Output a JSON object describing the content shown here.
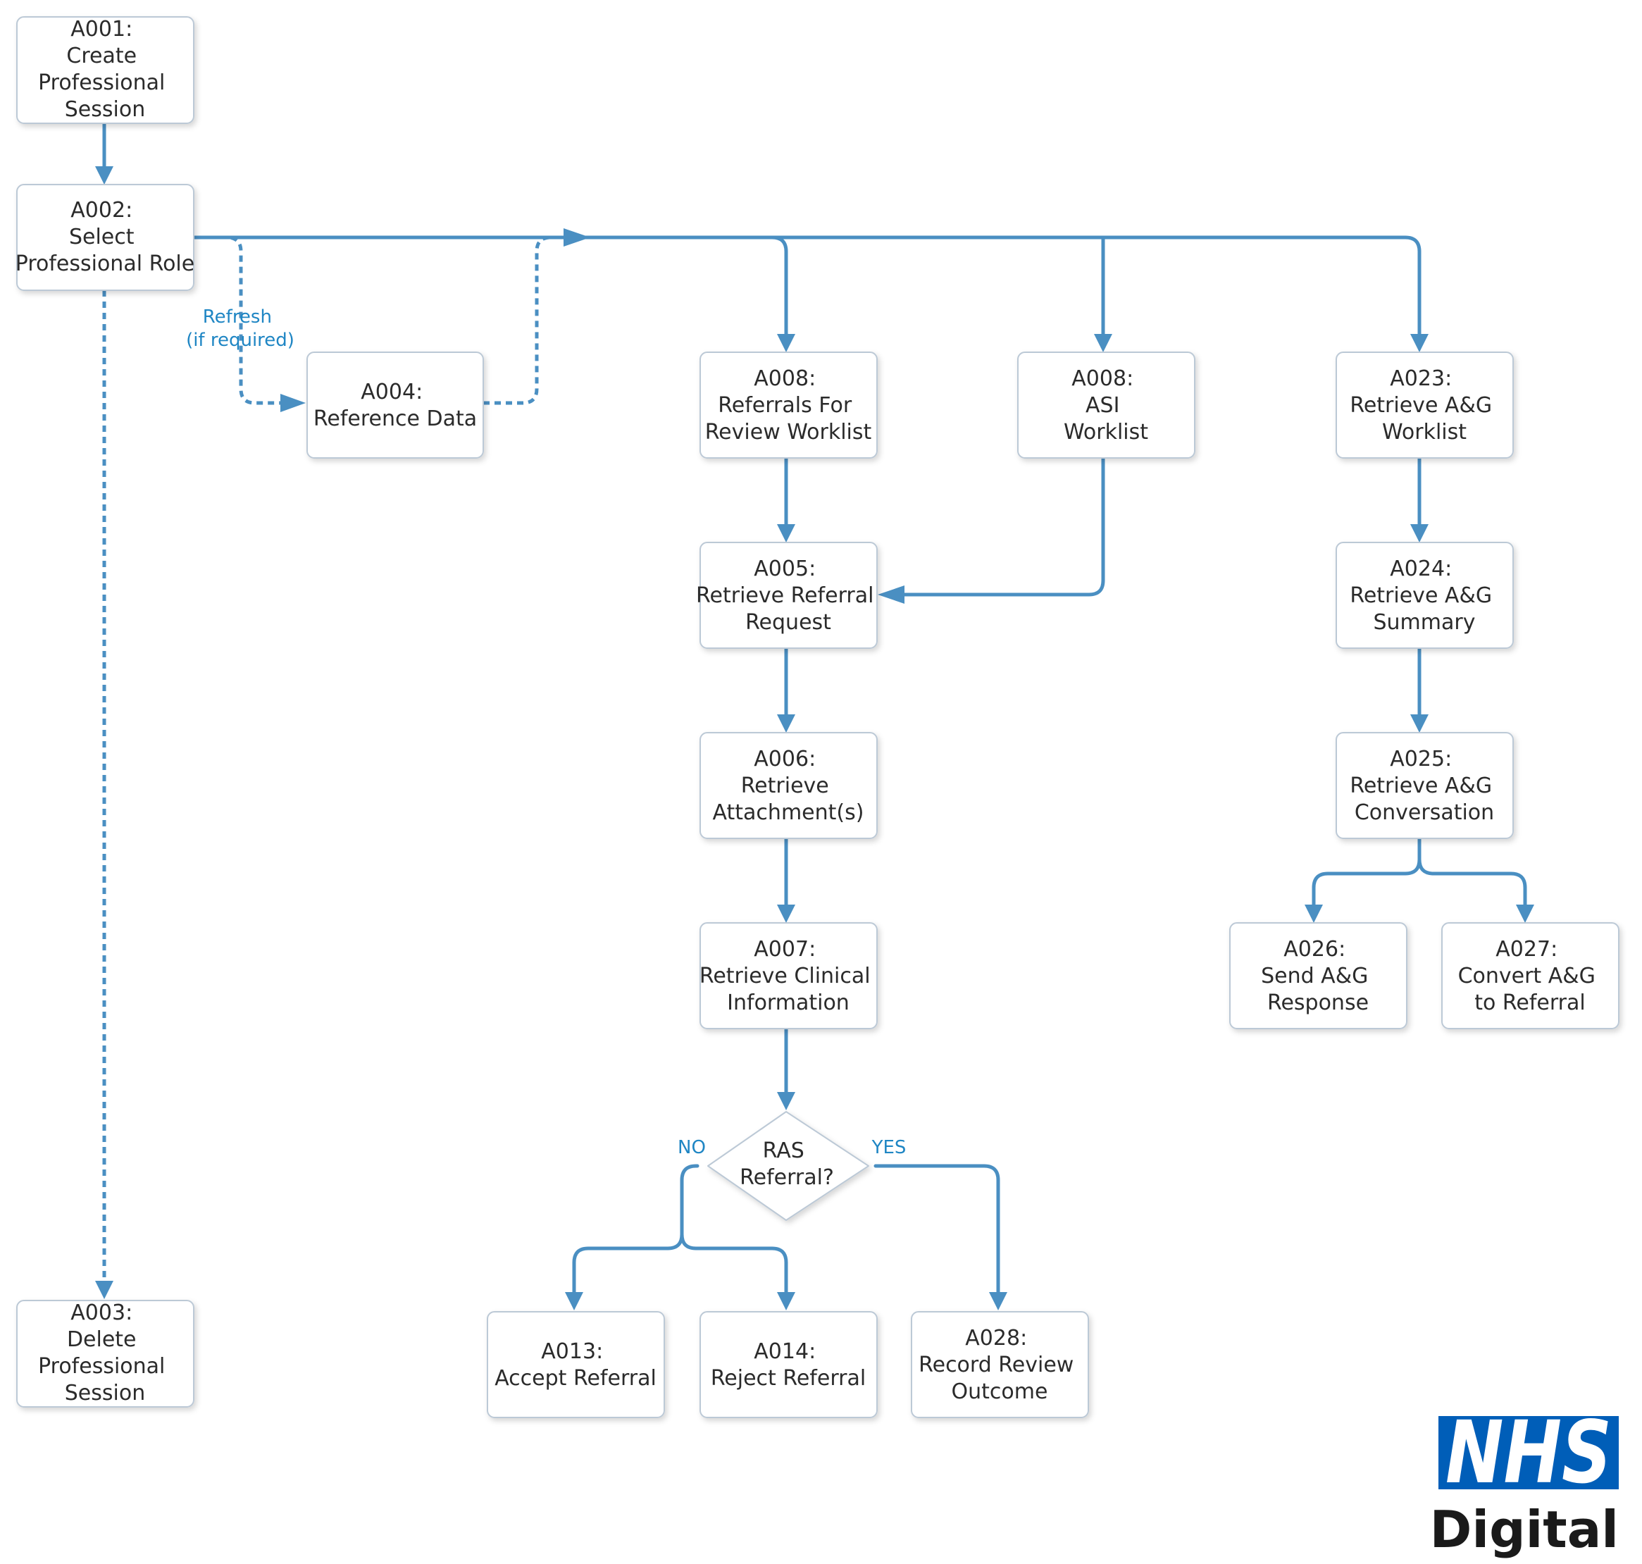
{
  "diagram": {
    "nodes": {
      "a001": [
        "A001:",
        "Create",
        "Professional",
        "Session"
      ],
      "a002": [
        "A002:",
        "Select",
        "Professional Role"
      ],
      "a003": [
        "A003:",
        "Delete",
        "Professional",
        "Session"
      ],
      "a004": [
        "A004:",
        "Reference Data"
      ],
      "a008_referrals": [
        "A008:",
        "Referrals For",
        "Review Worklist"
      ],
      "a008_asi": [
        "A008:",
        "ASI",
        "Worklist"
      ],
      "a023": [
        "A023:",
        "Retrieve A&G",
        "Worklist"
      ],
      "a005": [
        "A005:",
        "Retrieve Referral",
        "Request"
      ],
      "a024": [
        "A024:",
        "Retrieve A&G",
        "Summary"
      ],
      "a006": [
        "A006:",
        "Retrieve",
        "Attachment(s)"
      ],
      "a025": [
        "A025:",
        "Retrieve A&G",
        "Conversation"
      ],
      "a007": [
        "A007:",
        "Retrieve Clinical",
        "Information"
      ],
      "a026": [
        "A026:",
        "Send A&G",
        "Response"
      ],
      "a027": [
        "A027:",
        "Convert A&G",
        "to Referral"
      ],
      "ras_decision": [
        "RAS",
        "Referral?"
      ],
      "a013": [
        "A013:",
        "Accept Referral"
      ],
      "a014": [
        "A014:",
        "Reject Referral"
      ],
      "a028": [
        "A028:",
        "Record Review",
        "Outcome"
      ]
    },
    "edge_labels": {
      "refresh": [
        "Refresh",
        "(if required)"
      ],
      "no": "NO",
      "yes": "YES"
    },
    "colors": {
      "connector": "#4a8fc2",
      "label": "#1f86c4",
      "box_border": "#bcc9d6",
      "text": "#2b2b2b"
    }
  },
  "logo": {
    "nhs": "NHS",
    "digital": "Digital",
    "color": "#005eb8"
  }
}
